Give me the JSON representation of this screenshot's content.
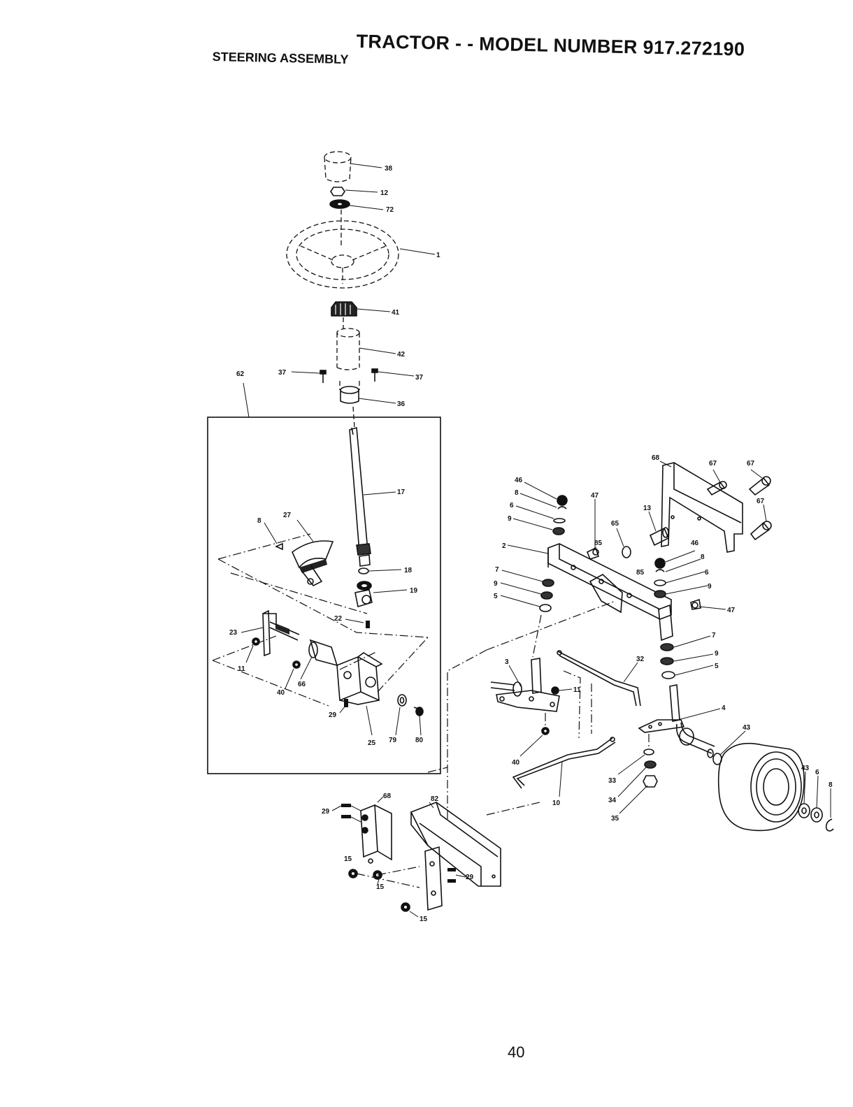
{
  "header": {
    "title": "TRACTOR - - MODEL NUMBER 917.272190",
    "subtitle": "STEERING ASSEMBLY"
  },
  "callouts": {
    "c38": "38",
    "c12": "12",
    "c72": "72",
    "c1": "1",
    "c41": "41",
    "c42": "42",
    "c37a": "37",
    "c37b": "37",
    "c62": "62",
    "c36": "36",
    "c17": "17",
    "c27": "27",
    "c8a": "8",
    "c18": "18",
    "c19": "19",
    "c22": "22",
    "c23": "23",
    "c11a": "11",
    "c40a": "40",
    "c66": "66",
    "c29a": "29",
    "c25": "25",
    "c79": "79",
    "c80": "80",
    "c46a": "46",
    "c8b": "8",
    "c6a": "6",
    "c9a": "9",
    "c47a": "47",
    "c65a": "65",
    "c85a": "85",
    "c2": "2",
    "c7a": "7",
    "c9b": "9",
    "c5a": "5",
    "c68a": "68",
    "c67a": "67",
    "c67b": "67",
    "c67c": "67",
    "c13": "13",
    "c46b": "46",
    "c8c": "8",
    "c85b": "85",
    "c6b": "6",
    "c9c": "9",
    "c47b": "47",
    "c7b": "7",
    "c9d": "9",
    "c5b": "5",
    "c3": "3",
    "c11b": "11",
    "c32": "32",
    "c4": "4",
    "c43a": "43",
    "c40b": "40",
    "c10": "10",
    "c33": "33",
    "c34": "34",
    "c35": "35",
    "c43b": "43",
    "c6c": "6",
    "c8d": "8",
    "c68b": "68",
    "c82": "82",
    "c29b": "29",
    "c29c": "29",
    "c15a": "15",
    "c15b": "15",
    "c15c": "15"
  },
  "footer": {
    "page_number": "40"
  }
}
